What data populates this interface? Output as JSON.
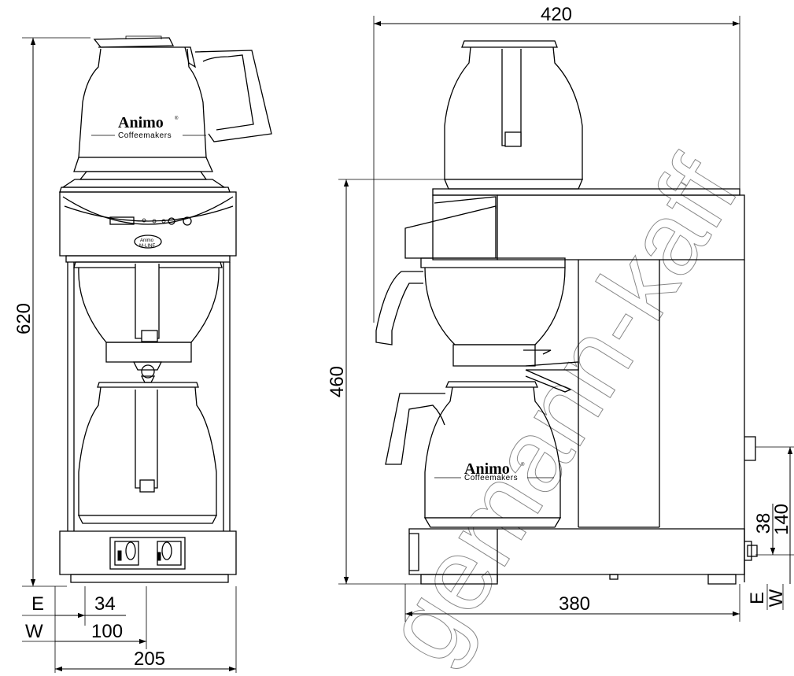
{
  "diagram": {
    "brand": {
      "name": "Animo",
      "tagline": "Coffeemakers",
      "registered": "®"
    },
    "panel_logo": {
      "name": "Animo",
      "model": "M-LINE"
    },
    "watermark": "gemann-kaff",
    "front_view": {
      "dimensions": {
        "height": "620",
        "width": "205",
        "e_offset": "34",
        "w_offset": "100"
      },
      "labels": {
        "e": "E",
        "w": "W"
      }
    },
    "side_view": {
      "dimensions": {
        "top_width": "420",
        "base_width": "380",
        "height": "460",
        "e_height": "38",
        "w_height": "140"
      },
      "labels": {
        "e": "E",
        "w": "W"
      }
    }
  }
}
